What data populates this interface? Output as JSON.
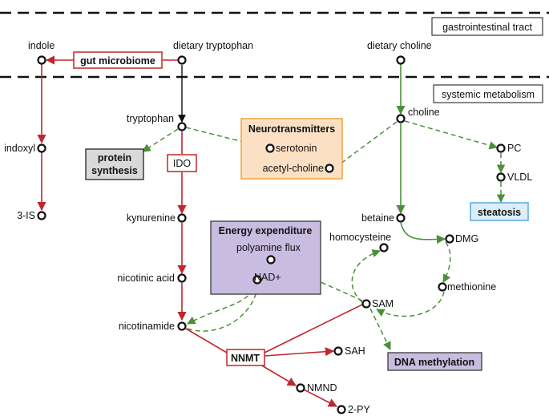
{
  "sections": {
    "gastrointestinal": "gastrointestinal tract",
    "systemic": "systemic metabolism"
  },
  "boxes": {
    "gut_microbiome": "gut microbiome",
    "protein_line1": "protein",
    "protein_line2": "synthesis",
    "ido": "IDO",
    "neurotransmitters": "Neurotransmitters",
    "energy_expenditure": "Energy expenditure",
    "steatosis": "steatosis",
    "nnmt": "NNMT",
    "dna_methylation": "DNA methylation"
  },
  "nodes": {
    "indole": "indole",
    "dietary_tryptophan": "dietary tryptophan",
    "dietary_choline": "dietary choline",
    "indoxyl": "indoxyl",
    "is3": "3-IS",
    "tryptophan": "tryptophan",
    "serotonin": "serotonin",
    "acetylcholine": "acetyl-choline",
    "choline": "choline",
    "pc": "PC",
    "vldl": "VLDL",
    "kynurenine": "kynurenine",
    "betaine": "betaine",
    "homocysteine": "homocysteine",
    "dmg": "DMG",
    "polyamine_flux": "polyamine flux",
    "nad": "NAD+",
    "nicotinic_acid": "nicotinic acid",
    "methionine": "methionine",
    "sam": "SAM",
    "nicotinamide": "nicotinamide",
    "sah": "SAH",
    "nmnd": "NMND",
    "py2": "2-PY"
  },
  "colors": {
    "red_pathway": "#c0262c",
    "green_pathway": "#4c8f3a",
    "protein_fill": "#d9d9d9",
    "neuro_fill": "#fbe0c4",
    "neuro_stroke": "#f0a23c",
    "energy_fill": "#c8bde0",
    "energy_stroke": "#2c2c2c",
    "steatosis_fill": "#dceefa",
    "steatosis_stroke": "#5aa9e0",
    "dna_fill": "#c8bde0"
  }
}
